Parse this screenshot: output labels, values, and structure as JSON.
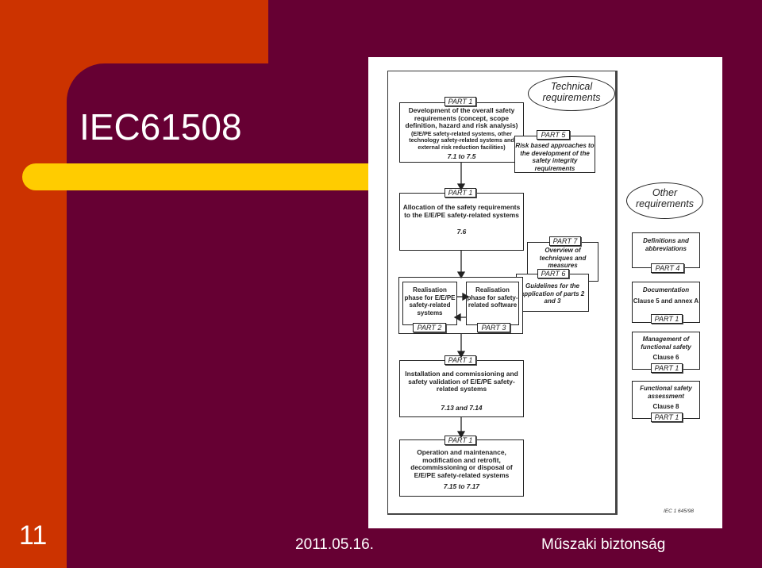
{
  "slide": {
    "title": "IEC61508",
    "number": "11",
    "date": "2011.05.16.",
    "footer_title": "Műszaki biztonság"
  },
  "diagram": {
    "oval_technical": "Technical requirements",
    "oval_other": "Other requirements",
    "box1": {
      "part": "PART 1",
      "text": "Development of the overall safety requirements (concept, scope definition, hazard and risk analysis)",
      "subtext": "(E/E/PE safety-related systems, other technology safety-related systems and external risk reduction facilities)",
      "ref": "7.1 to 7.5"
    },
    "part5": {
      "part": "PART 5",
      "text": "Risk based approaches to the development of the safety integrity requirements"
    },
    "box2": {
      "part": "PART 1",
      "text": "Allocation of the safety requirements to the E/E/PE safety-related systems",
      "ref": "7.6"
    },
    "part7": {
      "part": "PART 7",
      "text": "Overview of techniques and measures"
    },
    "part6": {
      "part": "PART 6",
      "text": "Guidelines for the application of parts 2 and 3"
    },
    "realisation_hw": {
      "text": "Realisation phase for E/E/PE safety-related systems",
      "part": "PART 2"
    },
    "realisation_sw": {
      "text": "Realisation phase for safety-related software",
      "part": "PART 3"
    },
    "box3": {
      "part": "PART 1",
      "text": "Installation and commissioning and safety validation of E/E/PE safety-related systems",
      "ref": "7.13 and 7.14"
    },
    "box4": {
      "part": "PART 1",
      "text": "Operation and maintenance, modification and retrofit, decommissioning or disposal of E/E/PE safety-related systems",
      "ref": "7.15 to 7.17"
    },
    "definitions": {
      "text": "Definitions and abbreviations",
      "part": "PART 4"
    },
    "documentation": {
      "text": "Documentation",
      "clause": "Clause 5 and annex A",
      "part": "PART 1"
    },
    "management": {
      "text": "Management of functional safety",
      "clause": "Clause 6",
      "part": "PART 1"
    },
    "assessment": {
      "text": "Functional safety assessment",
      "clause": "Clause 8",
      "part": "PART 1"
    },
    "iec_ref": "IEC   1 645/98"
  }
}
